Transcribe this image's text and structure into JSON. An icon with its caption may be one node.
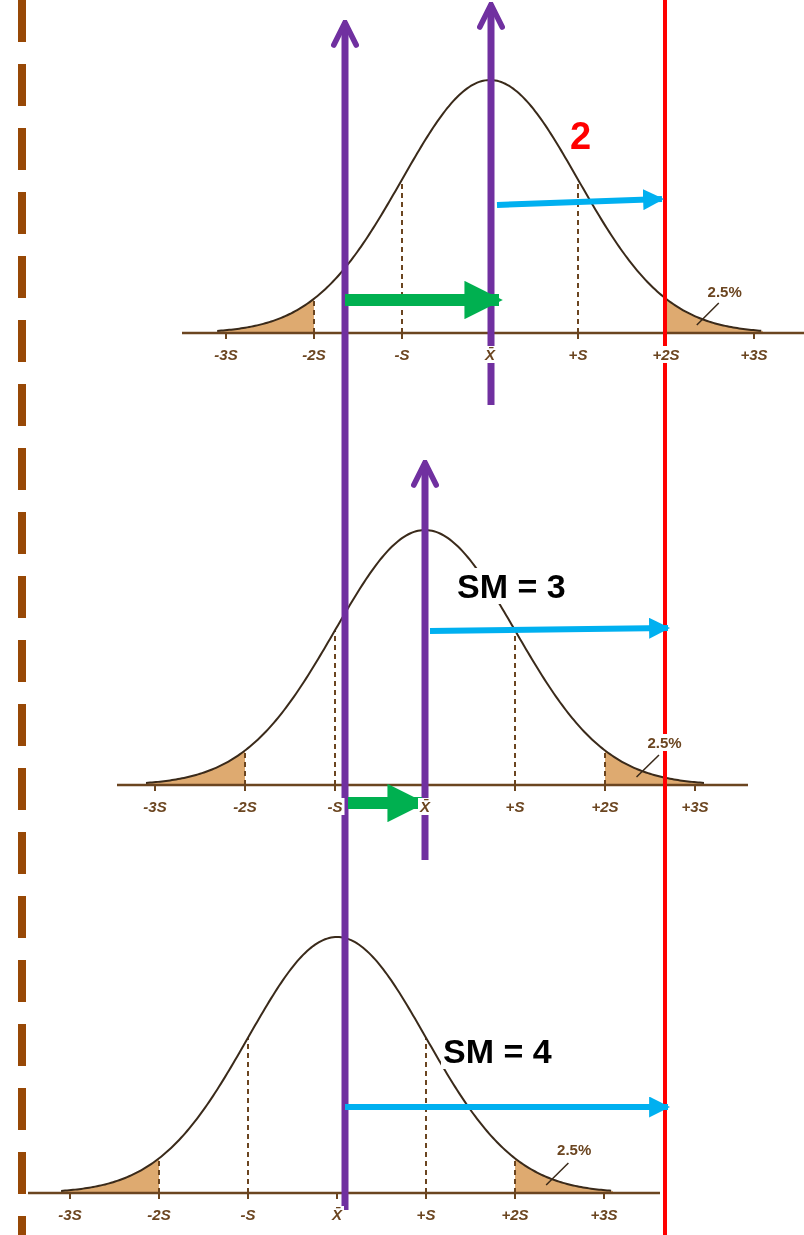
{
  "diagram": {
    "labels": [
      "2",
      "2.5%",
      "-3S",
      "-2S",
      "-S",
      "X̄",
      "+S",
      "+2S",
      "+3S",
      "SM = 3",
      "2.5%",
      "-3S",
      "-2S",
      "-S",
      "X̄",
      "+S",
      "+2S",
      "+3S",
      "SM = 4",
      "2.5%",
      "-3S",
      "-2S",
      "-S",
      "X̄",
      "+S",
      "+2S",
      "+3S"
    ]
  }
}
